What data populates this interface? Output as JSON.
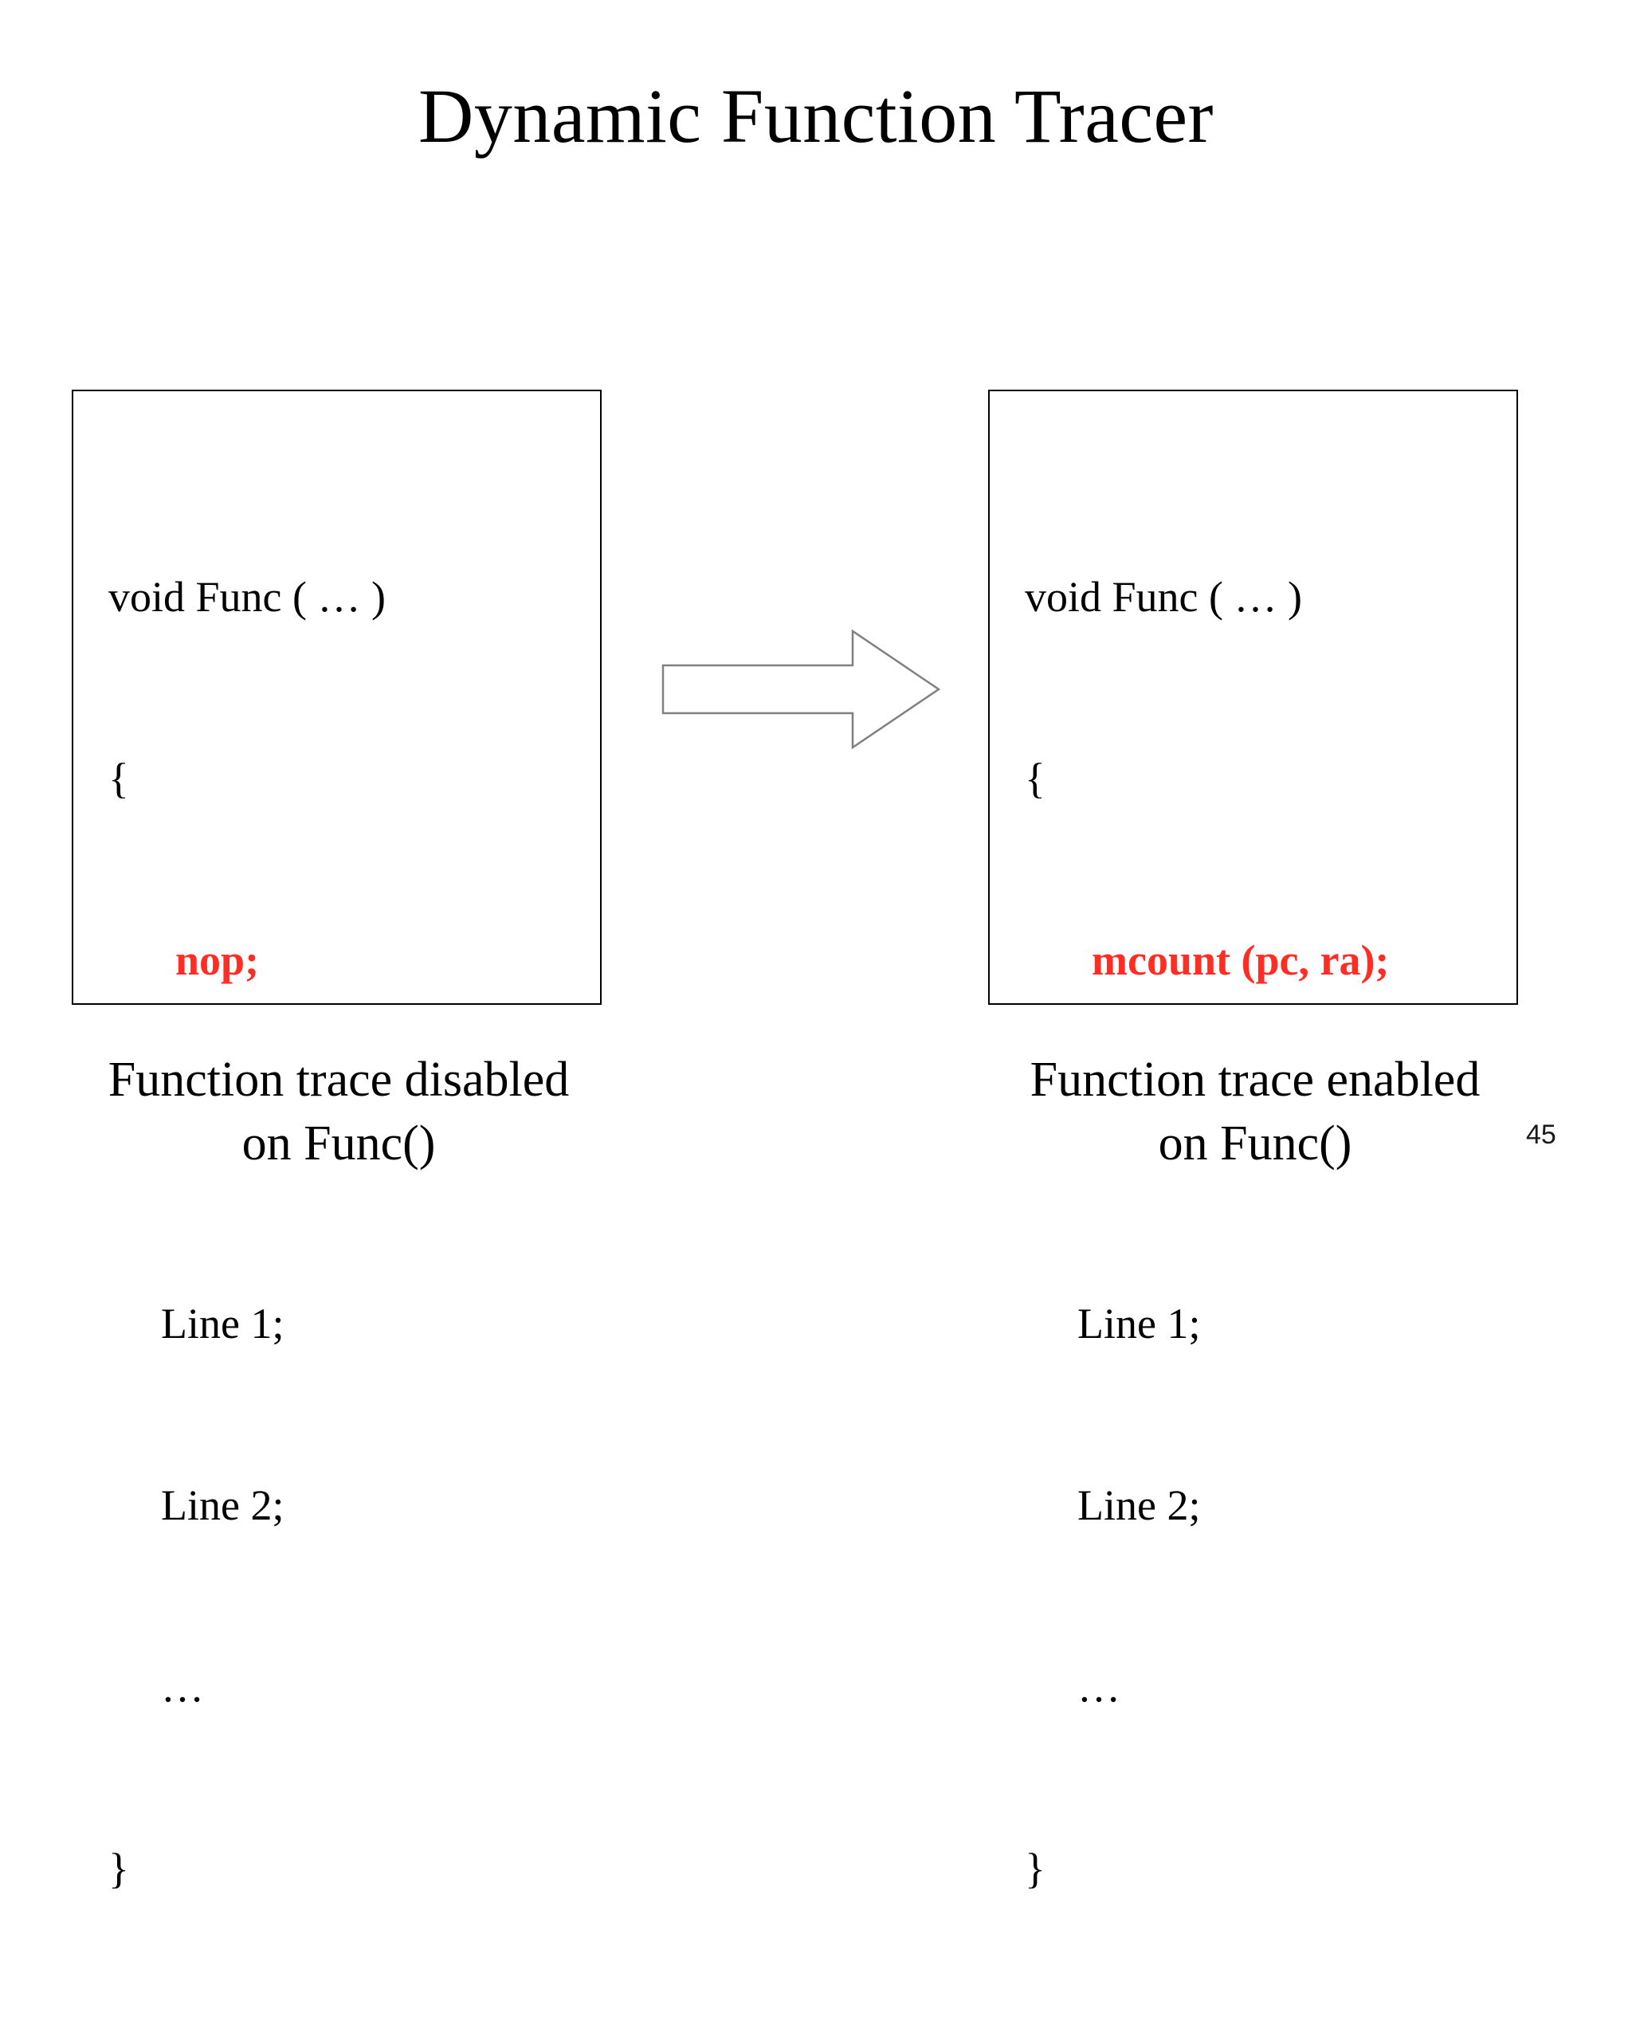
{
  "slide": {
    "title": "Dynamic Function Tracer",
    "page_number": "45",
    "colors": {
      "background": "#ffffff",
      "text": "#000000",
      "highlight": "#ff2d23",
      "box_border": "#000000",
      "arrow_stroke": "#808080"
    }
  },
  "left_panel": {
    "code": {
      "signature": "void Func ( … )",
      "open_brace": "{",
      "highlight": "nop;",
      "line_1": "Line 1;",
      "line_2": "Line 2;",
      "ellipsis": "…",
      "close_brace": "}"
    },
    "caption_line_1": "Function trace disabled",
    "caption_line_2": "on Func()"
  },
  "right_panel": {
    "code": {
      "signature": "void Func ( … )",
      "open_brace": "{",
      "highlight": "mcount (pc, ra);",
      "line_1": "Line 1;",
      "line_2": "Line 2;",
      "ellipsis": "…",
      "close_brace": "}"
    },
    "caption_line_1": "Function trace enabled",
    "caption_line_2": "on Func()"
  },
  "arrow": {
    "icon": "right-block-arrow-icon"
  }
}
